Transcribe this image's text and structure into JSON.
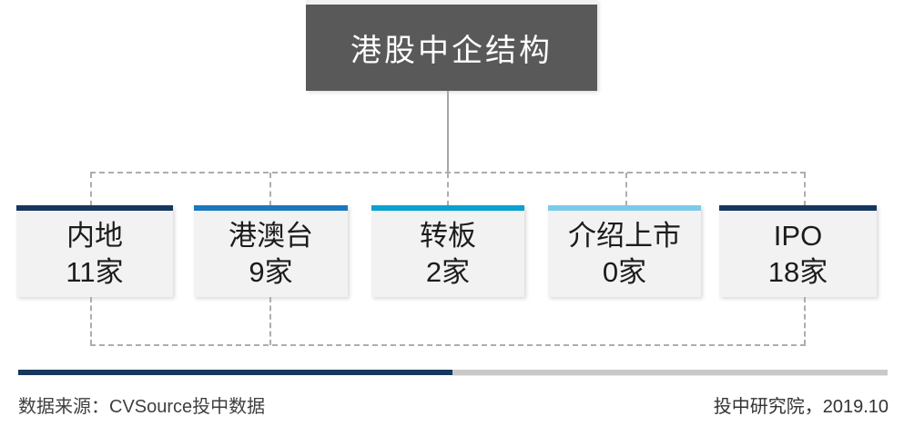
{
  "diagram": {
    "root": {
      "label": "港股中企结构",
      "bg_color": "#595959",
      "text_color": "#ffffff"
    },
    "node_bg_color": "#f2f2f2",
    "connector_color": "#adadad",
    "nodes": [
      {
        "label": "内地",
        "count": "11家",
        "accent_color": "#16365d"
      },
      {
        "label": "港澳台",
        "count": "9家",
        "accent_color": "#1b78bc"
      },
      {
        "label": "转板",
        "count": "2家",
        "accent_color": "#0aa2ce"
      },
      {
        "label": "介绍上市",
        "count": "0家",
        "accent_color": "#7ccaea"
      },
      {
        "label": "IPO",
        "count": "18家",
        "accent_color": "#16365d"
      }
    ]
  },
  "footer": {
    "progress_bar": {
      "left_color": "#17375e",
      "right_color": "#c9c9c9"
    },
    "source_text": "数据来源：CVSource投中数据",
    "credit_text": "投中研究院，2019.10"
  }
}
